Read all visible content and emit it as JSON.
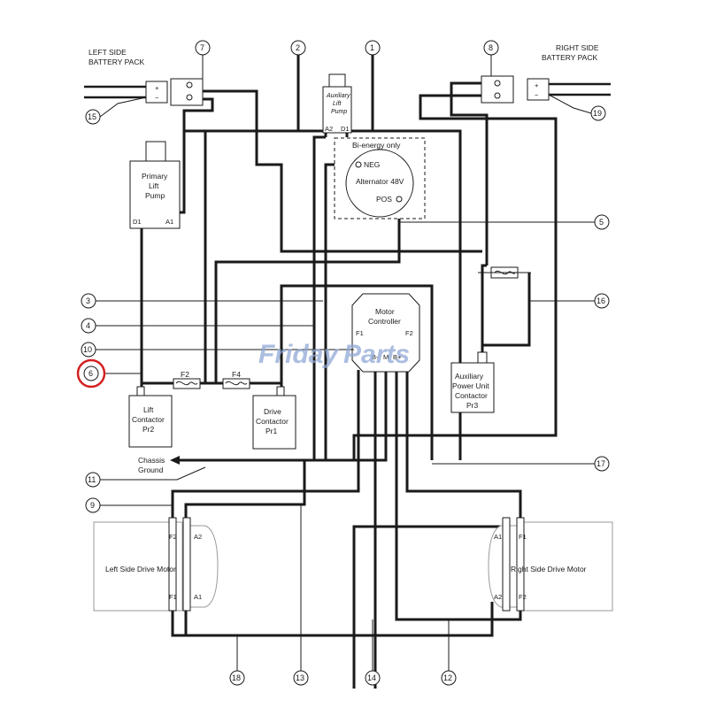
{
  "battery": {
    "left_label_1": "LEFT SIDE",
    "left_label_2": "BATTERY PACK",
    "right_label_1": "RIGHT SIDE",
    "right_label_2": "BATTERY PACK"
  },
  "components": {
    "aux_lift_pump": {
      "line1": "Auxiliary",
      "line2": "Lift",
      "line3": "Pump",
      "term_a": "A2",
      "term_b": "D1"
    },
    "primary_lift_pump": {
      "line1": "Primary",
      "line2": "Lift",
      "line3": "Pump",
      "term_a": "D1",
      "term_b": "A1"
    },
    "alternator": {
      "bi_energy": "Bi-energy only",
      "neg": "NEG",
      "name": "Alternator 48V",
      "pos": "POS"
    },
    "motor_controller": {
      "line1": "Motor",
      "line2": "Controller",
      "f1": "F1",
      "f2": "F2",
      "b_neg": "B-",
      "m": "M",
      "b_pos": "B+"
    },
    "lift_contactor": {
      "line1": "Lift",
      "line2": "Contactor",
      "line3": "Pr2"
    },
    "drive_contactor": {
      "line1": "Drive",
      "line2": "Contactor",
      "line3": "Pr1"
    },
    "aux_power_contactor": {
      "line1": "Auxiliary",
      "line2": "Power Unit",
      "line3": "Contactor",
      "line4": "Pr3"
    },
    "fuse_f2": "F2",
    "fuse_f4": "F4",
    "chassis_ground": {
      "line1": "Chassis",
      "line2": "Ground"
    },
    "left_motor": {
      "name": "Left Side Drive Motor",
      "f2": "F2",
      "f1": "F1",
      "a2": "A2",
      "a1": "A1"
    },
    "right_motor": {
      "name": "Right Side Drive Motor",
      "a1": "A1",
      "f1": "F1",
      "a2": "A2",
      "f2": "F2"
    }
  },
  "callouts": [
    "1",
    "2",
    "3",
    "4",
    "5",
    "6",
    "7",
    "8",
    "9",
    "10",
    "11",
    "12",
    "13",
    "14",
    "15",
    "16",
    "17",
    "18",
    "19"
  ],
  "highlighted_callout": "6",
  "highlight_color": "#d42020",
  "watermark": {
    "part1": "Friday",
    "part2": "Parts",
    "color": "#8fa8d6"
  }
}
